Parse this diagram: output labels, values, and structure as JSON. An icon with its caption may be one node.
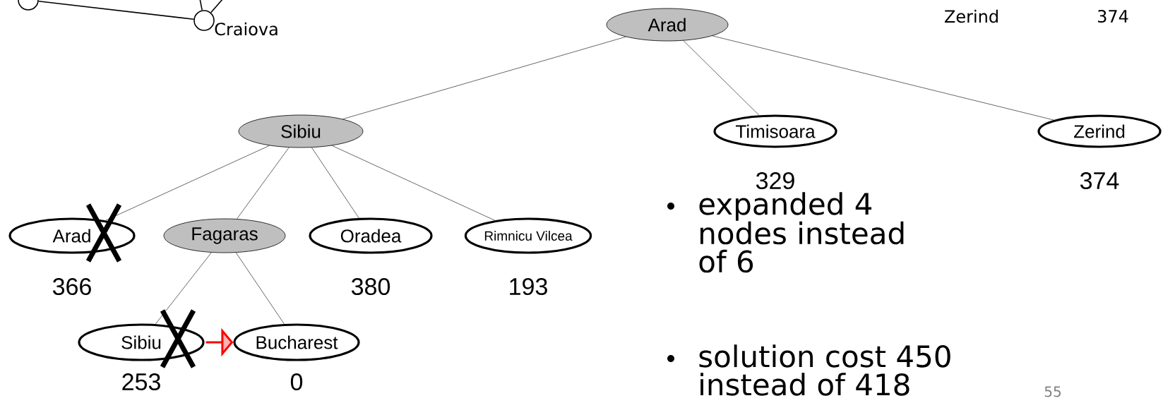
{
  "diagram": {
    "nodes": [
      {
        "text": [
          "Arad"
        ]
      },
      {
        "text": [
          "Sibiu"
        ]
      },
      {
        "text": [
          "Timisoara"
        ],
        "beside": [
          "329"
        ]
      },
      {
        "text": [
          "Zerind"
        ],
        "beside": [
          "374"
        ]
      },
      {
        "text": [
          "Arad"
        ],
        "beside": [
          "366"
        ]
      },
      {
        "text": [
          "Fagaras"
        ]
      },
      {
        "text": [
          "Oradea"
        ],
        "beside": [
          "380"
        ]
      },
      {
        "text": [
          "Rimnicu Vilcea"
        ],
        "beside": [
          "193"
        ]
      },
      {
        "text": [
          "Sibiu"
        ],
        "beside": [
          "253"
        ]
      },
      {
        "text": [
          "Bucharest"
        ],
        "beside": [
          "0"
        ]
      },
      {
        "text": [],
        "shape": "circle"
      },
      {
        "text": [],
        "shape": "circle",
        "beside": [
          "Craiova"
        ]
      }
    ],
    "edges": [
      {
        "from": 0,
        "to": 1,
        "arrow": "none"
      },
      {
        "from": 0,
        "to": 2,
        "arrow": "none"
      },
      {
        "from": 0,
        "to": 3,
        "arrow": "none"
      },
      {
        "from": 1,
        "to": 4,
        "arrow": "none"
      },
      {
        "from": 1,
        "to": 5,
        "arrow": "none"
      },
      {
        "from": 1,
        "to": 6,
        "arrow": "none"
      },
      {
        "from": 1,
        "to": 7,
        "arrow": "none"
      },
      {
        "from": 5,
        "to": 8,
        "arrow": "none"
      },
      {
        "from": 5,
        "to": 9,
        "arrow": "none"
      },
      {
        "from": 10,
        "to": 11,
        "arrow": "none"
      },
      {
        "from": null,
        "to": 11,
        "arrow": "none"
      },
      {
        "from": null,
        "to": 11,
        "arrow": "none"
      },
      {
        "from": 8,
        "to": 9,
        "arrow": "to",
        "color": "#ff0000"
      }
    ],
    "labels": [
      "Zerind",
      "374",
      "expanded 4 nodes instead of 6",
      "solution cost 450 instead of 418",
      "55"
    ]
  }
}
